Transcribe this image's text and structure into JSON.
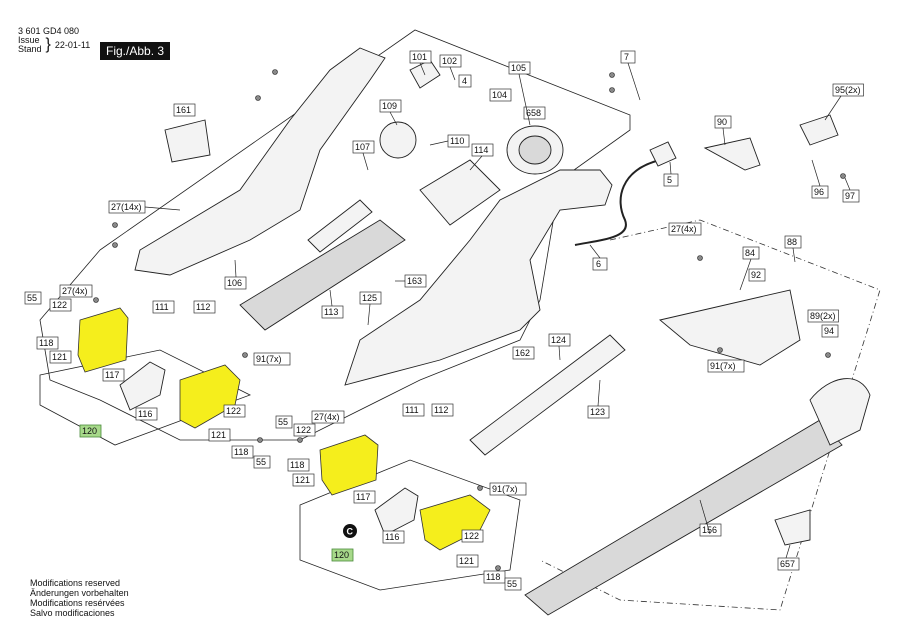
{
  "header": {
    "part_number": "3 601 GD4 080",
    "issue_label": "Issue",
    "stand_label": "Stand",
    "date": "22-01-11",
    "figure": "Fig./Abb. 3"
  },
  "footer": {
    "lines": [
      "Modifications reserved",
      "Änderungen vorbehalten",
      "Modifications resérvées",
      "Salvo modificaciones"
    ]
  },
  "colors": {
    "highlight": "#f5ee1c",
    "label_green": "#a7d98a"
  },
  "labels": {
    "l7": "7",
    "l101": "101",
    "l102": "102",
    "l4": "4",
    "l105": "105",
    "l104": "104",
    "l161": "161",
    "l109": "109",
    "l110": "110",
    "l658": "658",
    "l90": "90",
    "l95": "95(2x)",
    "l107": "107",
    "l114": "114",
    "l5": "5",
    "l96": "96",
    "l97": "97",
    "l27_14": "27(14x)",
    "l27_4a": "27(4x)",
    "l84": "84",
    "l88": "88",
    "l163": "163",
    "l6": "6",
    "l92": "92",
    "l106": "106",
    "l125": "125",
    "l27_4b": "27(4x)",
    "l55a": "55",
    "l122a": "122",
    "l111a": "111",
    "l112a": "112",
    "l113": "113",
    "l89": "89(2x)",
    "l94": "94",
    "l118a": "118",
    "l121a": "121",
    "l91a": "91(7x)",
    "l124": "124",
    "l162": "162",
    "l117a": "117",
    "l91b": "91(7x)",
    "l116a": "116",
    "l122b": "122",
    "l123": "123",
    "l120a": "120",
    "l121b": "121",
    "l118b": "118",
    "l55b": "55",
    "l27_4c": "27(4x)",
    "l55c": "55",
    "l111b": "111",
    "l112b": "112",
    "l122c": "122",
    "l118c": "118",
    "l121c": "121",
    "l91c": "91(7x)",
    "l117b": "117",
    "l156": "156",
    "lC": "C",
    "l116b": "116",
    "l122d": "122",
    "l120b": "120",
    "l121d": "121",
    "l118d": "118",
    "l55d": "55",
    "l657": "657"
  }
}
